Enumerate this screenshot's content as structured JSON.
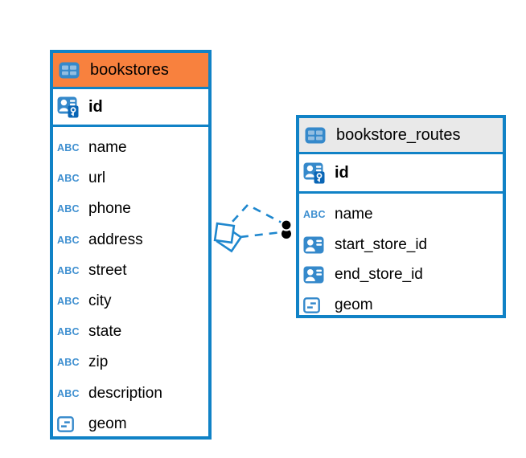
{
  "icons": {
    "text_type_label": "ABC"
  },
  "colors": {
    "table_border": "#1082C6",
    "bookstores_header_bg": "#F8813E",
    "routes_header_bg": "#E9E9E9",
    "icon_blue": "#3589CB",
    "icon_cell_light": "#93BEE1",
    "abc_text": "#3E8FD0",
    "key_badge_blue": "#0A66B6",
    "connector_blue": "#1E87CE"
  },
  "tables": [
    {
      "name": "bookstores",
      "columns": [
        {
          "name": "id",
          "type": "primary-key"
        },
        {
          "name": "name",
          "type": "text"
        },
        {
          "name": "url",
          "type": "text"
        },
        {
          "name": "phone",
          "type": "text"
        },
        {
          "name": "address",
          "type": "text"
        },
        {
          "name": "street",
          "type": "text"
        },
        {
          "name": "city",
          "type": "text"
        },
        {
          "name": "state",
          "type": "text"
        },
        {
          "name": "zip",
          "type": "text"
        },
        {
          "name": "description",
          "type": "text"
        },
        {
          "name": "geom",
          "type": "geometry"
        }
      ]
    },
    {
      "name": "bookstore_routes",
      "columns": [
        {
          "name": "id",
          "type": "primary-key"
        },
        {
          "name": "name",
          "type": "text"
        },
        {
          "name": "start_store_id",
          "type": "reference"
        },
        {
          "name": "end_store_id",
          "type": "reference"
        },
        {
          "name": "geom",
          "type": "geometry"
        }
      ]
    }
  ],
  "relationships": [
    {
      "from": "bookstore_routes",
      "to": "bookstores",
      "style": "dashed"
    },
    {
      "from": "bookstore_routes",
      "to": "bookstores",
      "style": "dashed"
    }
  ]
}
